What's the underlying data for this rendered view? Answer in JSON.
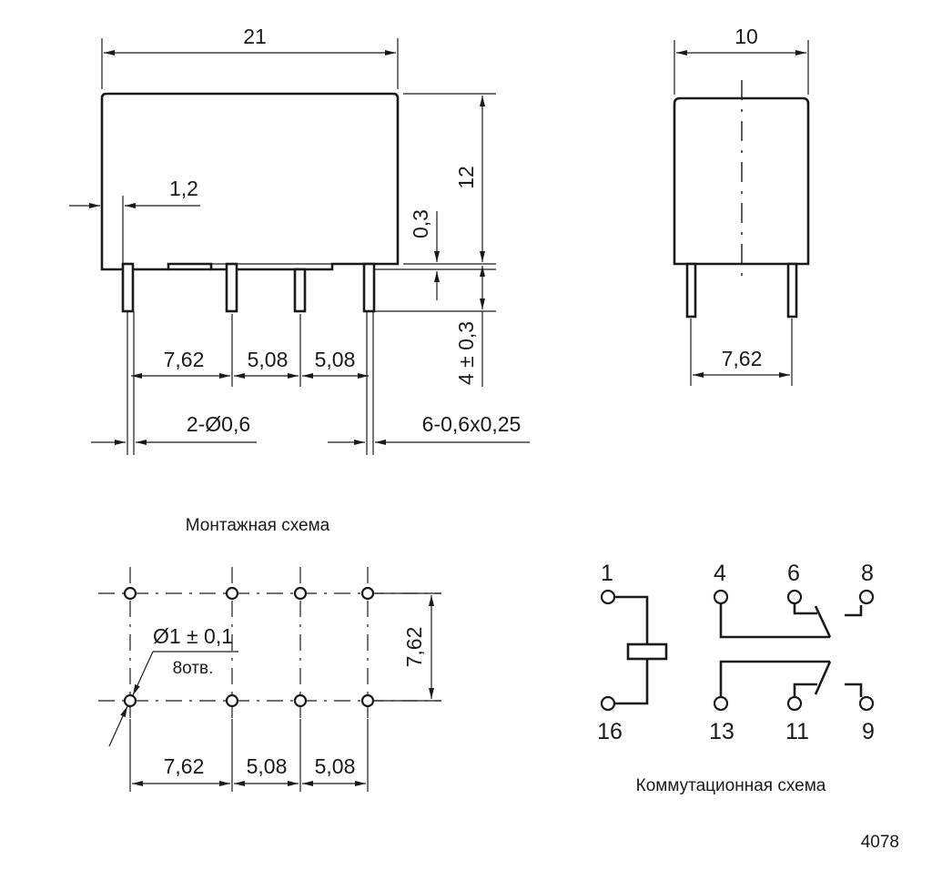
{
  "front_view": {
    "width_label": "21",
    "height_label": "12",
    "stub_label": "1,2",
    "standoff_label": "0,3",
    "pin_length_label": "4 ± 0,3",
    "pitch_labels": [
      "7,62",
      "5,08",
      "5,08"
    ],
    "round_pin_label": "2-Ø0,6",
    "flat_pin_label": "6-0,6x0,25"
  },
  "side_view": {
    "width_label": "10",
    "pitch_label": "7,62"
  },
  "mounting": {
    "title": "Монтажная схема",
    "hole_label": "Ø1 ± 0,1",
    "count_label": "8отв.",
    "row_pitch_label": "7,62",
    "pitch_labels": [
      "7,62",
      "5,08",
      "5,08"
    ]
  },
  "switching": {
    "title": "Коммутационная схема",
    "pins_top": [
      "1",
      "4",
      "6",
      "8"
    ],
    "pins_bottom": [
      "16",
      "13",
      "11",
      "9"
    ]
  },
  "part_number": "4078"
}
